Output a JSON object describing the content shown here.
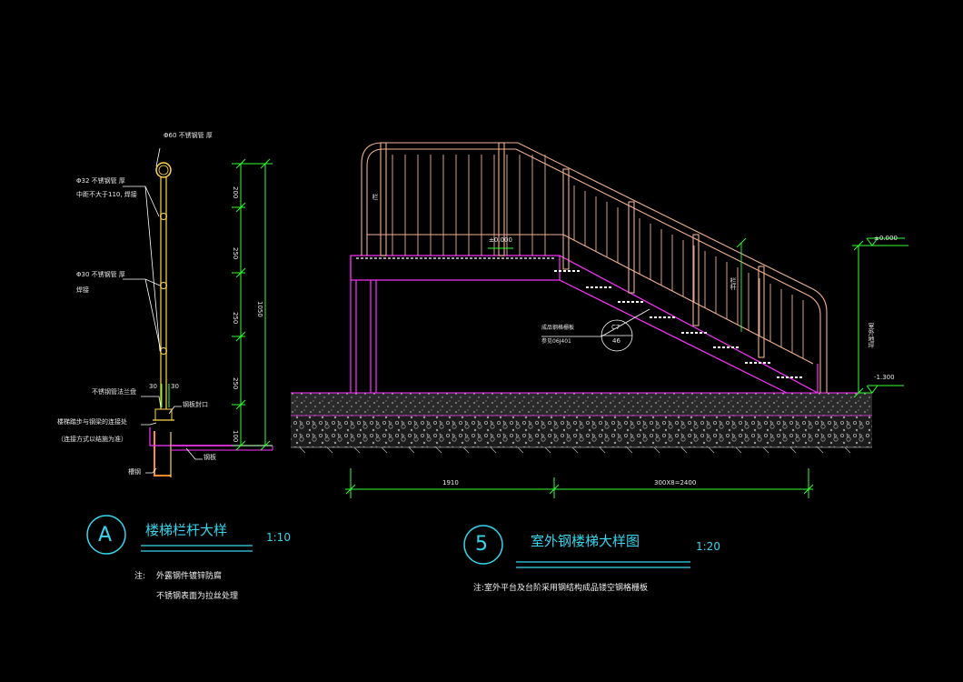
{
  "detail_a": {
    "bubble": "A",
    "title": "楼梯栏杆大样",
    "scale": "1:10",
    "note_lead": "注:",
    "note_line1": "外露钢件镀锌防腐",
    "note_line2": "不锈钢表面为拉丝处理",
    "labels": {
      "top_rail": "Φ60  不锈钢管 厚",
      "mid_rail_1": "Φ32  不锈钢管 厚",
      "mid_rail_2": "中距不大于110,  焊接",
      "post_1": "Φ30  不锈钢管 厚",
      "post_2": "焊接",
      "flange": "不锈钢管法兰盘",
      "joint_1": "楼梯踏步与钢梁的连接处",
      "joint_2": "（连接方式以结施为准）",
      "cap": "钢板封口",
      "plate": "钢板",
      "channel": "槽钢",
      "dim_30_a": "30",
      "dim_30_b": "30"
    },
    "dims": [
      "200",
      "250",
      "250",
      "250",
      "100"
    ],
    "dim_total": "1050"
  },
  "detail_5": {
    "bubble": "5",
    "title": "室外钢楼梯大样图",
    "scale": "1:20",
    "note": "注:室外平台及台阶采用钢结构成品镂空钢格栅板",
    "level_platform": "±0.000",
    "level_right_top": "±0.000",
    "level_right_bottom": "-1.300",
    "right_vertical": "室外地坪",
    "rail_vertical_left": "栏",
    "rail_vertical_mid": "栏杆",
    "callout_line1": "成品钢格栅板",
    "callout_line2": "参见06J401",
    "callout_top": "C7",
    "callout_bottom": "46",
    "dim_left": "1910",
    "dim_right": "300X8=2400"
  },
  "colors": {
    "background": "#000000",
    "dimension": "#33ff33",
    "rail": "#f0b090",
    "steel": "#ff33ff",
    "ground": "#cccccc",
    "text_title": "#35d6ee",
    "post_yellow": "#ffd84a"
  }
}
